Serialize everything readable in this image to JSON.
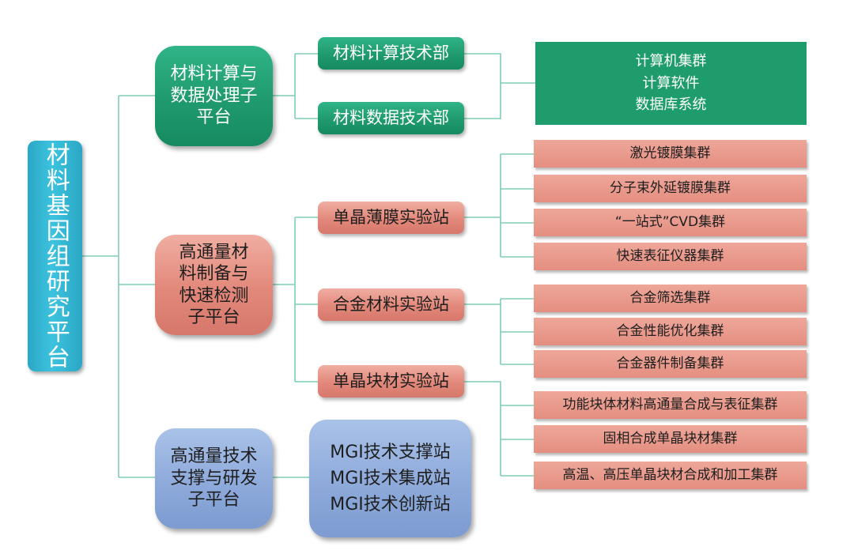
{
  "root": {
    "label": "材料基因组研究平台"
  },
  "subs": [
    {
      "lines": [
        "材料计算与",
        "数据处理子",
        "平台"
      ]
    },
    {
      "lines": [
        "高通量材",
        "料制备与",
        "快速检测",
        "子平台"
      ]
    },
    {
      "lines": [
        "高通量技术",
        "支撑与研发",
        "子平台"
      ]
    }
  ],
  "depts": [
    "材料计算技术部",
    "材料数据技术部",
    "单晶薄膜实验站",
    "合金材料实验站",
    "单晶块材实验站"
  ],
  "compute": [
    "计算机集群",
    "计算软件",
    "数据库系统"
  ],
  "film_clusters": [
    "激光镀膜集群",
    "分子束外延镀膜集群",
    "“一站式”CVD集群",
    "快速表征仪器集群"
  ],
  "alloy_clusters": [
    "合金筛选集群",
    "合金性能优化集群",
    "合金器件制备集群"
  ],
  "bulk_clusters": [
    "功能块体材料高通量合成与表征集群",
    "固相合成单晶块材集群",
    "高温、高压单晶块材合成和加工集群"
  ],
  "mgi": [
    "MGI技术支撑站",
    "MGI技术集成站",
    "MGI技术创新站"
  ]
}
